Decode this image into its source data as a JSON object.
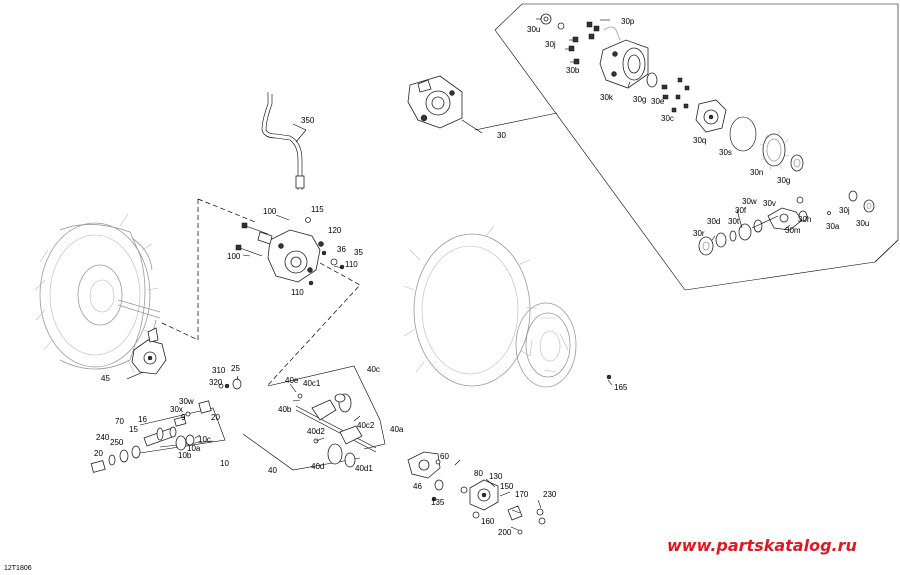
{
  "diagram": {
    "drawing_code": "12T1806",
    "watermark": "www.partskatalog.ru",
    "callouts": {
      "c30p": "30p",
      "c30u_top": "30u",
      "c30j_top": "30j",
      "c30b": "30b",
      "c30k": "30k",
      "c30g_top": "30g",
      "c30e": "30e",
      "c30c": "30c",
      "c30q": "30q",
      "c30s": "30s",
      "c30n": "30n",
      "c30g_low": "30g",
      "c30": "30",
      "c30w_r": "30w",
      "c30f": "30f",
      "c30d": "30d",
      "c30t": "30t",
      "c30v": "30v",
      "c30h": "30h",
      "c30r": "30r",
      "c30m": "30m",
      "c30a": "30a",
      "c30j_r": "30j",
      "c30u_r": "30u",
      "c350": "350",
      "c100_a": "100",
      "c115": "115",
      "c120": "120",
      "c100_b": "100",
      "c36": "36",
      "c35": "35",
      "c110_a": "110",
      "c110_b": "110",
      "c45": "45",
      "c165": "165",
      "c310": "310",
      "c25": "25",
      "c320": "320",
      "c30w_l": "30w",
      "c30x": "30x",
      "c9": "9",
      "c20_a": "20",
      "c70": "70",
      "c16": "16",
      "c15": "15",
      "c240": "240",
      "c250": "250",
      "c10c": "10c",
      "c10a": "10a",
      "c10b": "10b",
      "c20_b": "20",
      "c10": "10",
      "c40c": "40c",
      "c40e": "40e",
      "c40c1": "40c1",
      "c40b": "40b",
      "c40c2": "40c2",
      "c40a": "40a",
      "c40d2": "40d2",
      "c40d": "40d",
      "c40d1": "40d1",
      "c40": "40",
      "c60": "60",
      "c46": "46",
      "c80": "80",
      "c130": "130",
      "c150": "150",
      "c135": "135",
      "c170": "170",
      "c160": "160",
      "c230": "230",
      "c200": "200"
    }
  }
}
